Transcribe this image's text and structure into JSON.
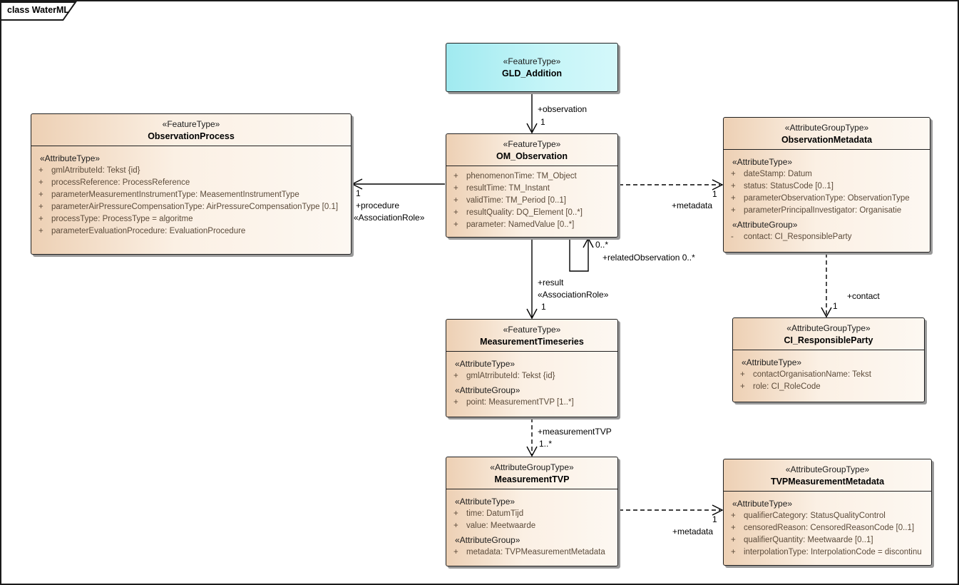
{
  "frame": {
    "label": "class WaterML"
  },
  "colors": {
    "class_fill": "#edd0b4",
    "highlight_fill": "#a0eaf0",
    "border": "#1f1f1f",
    "attribute_text": "#5c4b3a",
    "shadow": "#999999"
  },
  "classes": {
    "gld": {
      "stereotype": "«FeatureType»",
      "name": "GLD_Addition",
      "sections": []
    },
    "om": {
      "stereotype": "«FeatureType»",
      "name": "OM_Observation",
      "sections": [
        {
          "heading": "",
          "items": [
            {
              "vis": "+",
              "text": "phenomenonTime: TM_Object"
            },
            {
              "vis": "+",
              "text": "resultTime: TM_Instant"
            },
            {
              "vis": "+",
              "text": "validTime: TM_Period [0..1]"
            },
            {
              "vis": "+",
              "text": "resultQuality: DQ_Element [0..*]"
            },
            {
              "vis": "+",
              "text": "parameter: NamedValue [0..*]"
            }
          ]
        }
      ]
    },
    "obsproc": {
      "stereotype": "«FeatureType»",
      "name": "ObservationProcess",
      "sections": [
        {
          "heading": "«AttributeType»",
          "items": [
            {
              "vis": "+",
              "text": "gmlAtrributeId: Tekst {id}"
            },
            {
              "vis": "+",
              "text": "processReference: ProcessReference"
            },
            {
              "vis": "+",
              "text": "parameterMeasurementInstrumentType: MeasementInstrumentType"
            },
            {
              "vis": "+",
              "text": "parameterAirPressureCompensationType: AirPressureCompensationType [0.1]"
            },
            {
              "vis": "+",
              "text": "processType: ProcessType = algoritme"
            },
            {
              "vis": "+",
              "text": "parameterEvaluationProcedure: EvaluationProcedure"
            }
          ]
        }
      ]
    },
    "obsmeta": {
      "stereotype": "«AttributeGroupType»",
      "name": "ObservationMetadata",
      "sections": [
        {
          "heading": "«AttributeType»",
          "items": [
            {
              "vis": "+",
              "text": "dateStamp: Datum"
            },
            {
              "vis": "+",
              "text": "status: StatusCode [0..1]"
            },
            {
              "vis": "+",
              "text": "parameterObservationType: ObservationType"
            },
            {
              "vis": "+",
              "text": "parameterPrincipalInvestigator: Organisatie"
            }
          ]
        },
        {
          "heading": "«AttributeGroup»",
          "items": [
            {
              "vis": "-",
              "text": "contact: CI_ResponsibleParty"
            }
          ]
        }
      ]
    },
    "mts": {
      "stereotype": "«FeatureType»",
      "name": "MeasurementTimeseries",
      "sections": [
        {
          "heading": "«AttributeType»",
          "items": [
            {
              "vis": "+",
              "text": "gmlAtrributeId: Tekst {id}"
            }
          ]
        },
        {
          "heading": "«AttributeGroup»",
          "items": [
            {
              "vis": "+",
              "text": "point: MeasurementTVP [1..*]"
            }
          ]
        }
      ]
    },
    "cirp": {
      "stereotype": "«AttributeGroupType»",
      "name": "CI_ResponsibleParty",
      "sections": [
        {
          "heading": "«AttributeType»",
          "items": [
            {
              "vis": "+",
              "text": "contactOrganisationName: Tekst"
            },
            {
              "vis": "+",
              "text": "role: CI_RoleCode"
            }
          ]
        }
      ]
    },
    "mtvp": {
      "stereotype": "«AttributeGroupType»",
      "name": "MeasurementTVP",
      "sections": [
        {
          "heading": "«AttributeType»",
          "items": [
            {
              "vis": "+",
              "text": "time: DatumTijd"
            },
            {
              "vis": "+",
              "text": "value: Meetwaarde"
            }
          ]
        },
        {
          "heading": "«AttributeGroup»",
          "items": [
            {
              "vis": "+",
              "text": "metadata: TVPMeasurementMetadata"
            }
          ]
        }
      ]
    },
    "tvpmeta": {
      "stereotype": "«AttributeGroupType»",
      "name": "TVPMeasurementMetadata",
      "sections": [
        {
          "heading": "«AttributeType»",
          "items": [
            {
              "vis": "+",
              "text": "qualifierCategory: StatusQualityControl"
            },
            {
              "vis": "+",
              "text": "censoredReason: CensoredReasonCode [0..1]"
            },
            {
              "vis": "+",
              "text": "qualifierQuantity: Meetwaarde [0..1]"
            },
            {
              "vis": "+",
              "text": "interpolationType: InterpolationCode = discontinu"
            }
          ]
        }
      ]
    }
  },
  "connectors": {
    "observation": {
      "name": "+observation",
      "mult": "1"
    },
    "procedure": {
      "mult": "1",
      "name": "+procedure",
      "role": "«AssociationRole»"
    },
    "metadata_obs": {
      "mult": "1",
      "name": "+metadata"
    },
    "related": {
      "mult": "0..*",
      "name": "+relatedObservation 0..*"
    },
    "result": {
      "name": "+result",
      "role": "«AssociationRole»",
      "mult": "1"
    },
    "contact": {
      "name": "+contact",
      "mult": "1"
    },
    "measurement_tvp": {
      "name": "+measurementTVP",
      "mult": "1..*"
    },
    "metadata_tvp": {
      "mult": "1",
      "name": "+metadata"
    }
  }
}
